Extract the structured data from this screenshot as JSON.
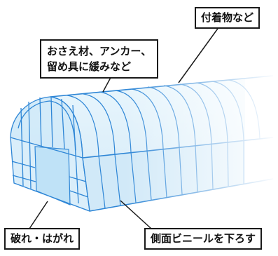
{
  "callouts": {
    "attachments": "付着物など",
    "fasteners_line1": "おさえ材、アンカー、",
    "fasteners_line2": "留め具に緩みなど",
    "tears": "破れ・はがれ",
    "side_vinyl": "側面ビニールを下ろす"
  },
  "colors": {
    "frame": "#2e86d6",
    "frame_light": "#6fb2e8",
    "film": "#c9e6f7",
    "leader": "#1a1a1a"
  }
}
